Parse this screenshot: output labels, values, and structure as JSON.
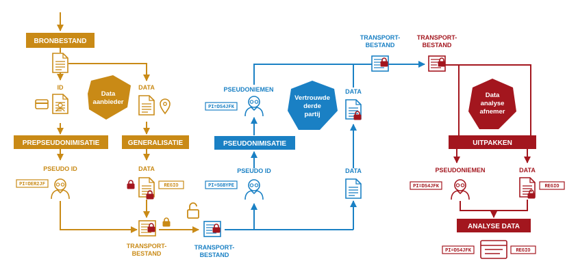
{
  "colors": {
    "orange": "#c98a16",
    "blue": "#1a80c4",
    "red": "#a3161e",
    "white": "#ffffff"
  },
  "supplier": {
    "source_box": "BRONBESTAND",
    "id_label": "ID",
    "data_label": "DATA",
    "role_hexagon": [
      "Data",
      "aanbieder"
    ],
    "prepseudo_box": "PREPSEUDONIMISATIE",
    "generalisation_box": "GENERALISATIE",
    "pseudo_id_label": "PSEUDO ID",
    "data2_label": "DATA",
    "pi_tag": "PI=DER2JF",
    "regio_tag": "REGIO",
    "transport_label": [
      "TRANSPORT-",
      "BESTAND"
    ]
  },
  "ttp": {
    "transport_in_label": [
      "TRANSPORT-",
      "BESTAND"
    ],
    "pseudonymisation_box": "PSEUDONIMISATIE",
    "pseudo_id_label": "PSEUDO ID",
    "pi_tag_in": "PI=SGBYPE",
    "pseudonyms_label": "PSEUDONIEMEN",
    "pi_tag_out": "PI=DS4JFK",
    "role_hexagon": [
      "Vertrouwde",
      "derde",
      "partij"
    ],
    "data_top_label": "DATA",
    "data_bottom_label": "DATA",
    "transport_out_label": [
      "TRANSPORT-",
      "BESTAND"
    ]
  },
  "analyst": {
    "transport_label": [
      "TRANSPORT-",
      "BESTAND"
    ],
    "role_hexagon": [
      "Data",
      "analyse",
      "afnemer"
    ],
    "unpack_box": "UITPAKKEN",
    "pseudonyms_label": "PSEUDONIEMEN",
    "data_label": "DATA",
    "pi_tag": "PI=DS4JFK",
    "regio_tag": "REGIO",
    "analyse_box": "ANALYSE DATA",
    "result_pi_tag": "PI=DS4JFK",
    "result_regio_tag": "REGIO"
  },
  "icons": [
    "document-icon",
    "locked-document-icon",
    "id-card-icon",
    "person-icon",
    "location-pin-icon",
    "padlock-icon",
    "open-padlock-icon",
    "table-icon"
  ]
}
